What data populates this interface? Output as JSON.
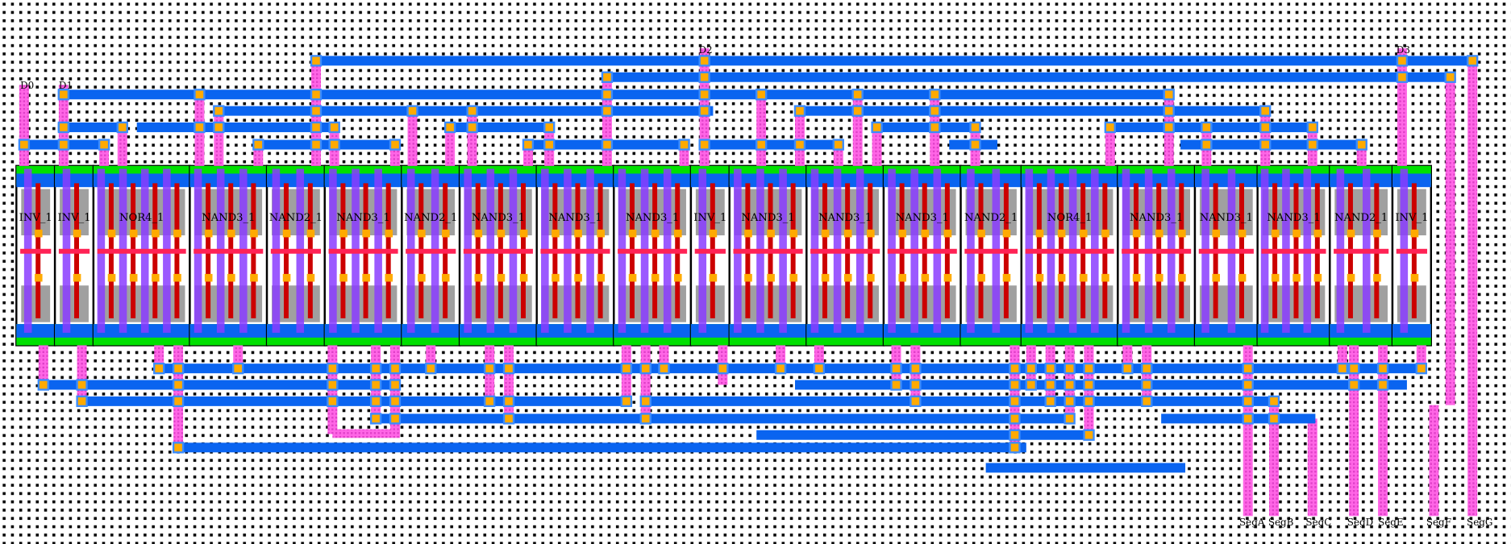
{
  "colors": {
    "metal1": "#0a64f0",
    "metal2": "#ff66e6",
    "via": "#ffaa00",
    "poly": "#cc0000",
    "active": "#00e000",
    "diff": "#888888",
    "m1purple": "#8a3cff",
    "grid": "#000000"
  },
  "inputs": [
    {
      "label": "D0"
    },
    {
      "label": "D1"
    },
    {
      "label": "D2"
    },
    {
      "label": "D3"
    }
  ],
  "outputs": [
    {
      "label": "SegA"
    },
    {
      "label": "SegB"
    },
    {
      "label": "SegC"
    },
    {
      "label": "SegD"
    },
    {
      "label": "SegE"
    },
    {
      "label": "SegF"
    },
    {
      "label": "SegG"
    }
  ],
  "cells": [
    {
      "name": "INV_1"
    },
    {
      "name": "INV_1"
    },
    {
      "name": "NOR4_1"
    },
    {
      "name": "NAND3_1"
    },
    {
      "name": "NAND2_1"
    },
    {
      "name": "NAND3_1"
    },
    {
      "name": "NAND2_1"
    },
    {
      "name": "NAND3_1"
    },
    {
      "name": "NAND3_1"
    },
    {
      "name": "NAND3_1"
    },
    {
      "name": "INV_1"
    },
    {
      "name": "NAND3_1"
    },
    {
      "name": "NAND3_1"
    },
    {
      "name": "NAND3_1"
    },
    {
      "name": "NAND2_1"
    },
    {
      "name": "NOR4_1"
    },
    {
      "name": "NAND3_1"
    },
    {
      "name": "NAND3_1"
    },
    {
      "name": "NAND3_1"
    },
    {
      "name": "NAND2_1"
    },
    {
      "name": "INV_1"
    }
  ]
}
